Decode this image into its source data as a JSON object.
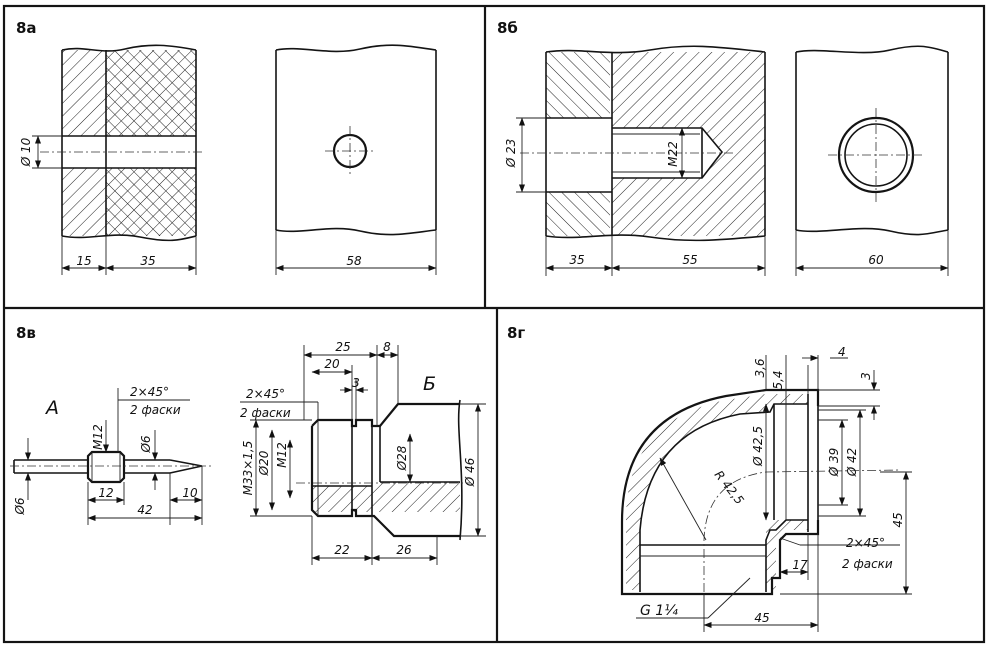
{
  "panels": {
    "a": {
      "label": "8а",
      "dims": {
        "d10": "Ø 10",
        "d15": "15",
        "d35": "35",
        "d58": "58"
      }
    },
    "b": {
      "label": "8б",
      "dims": {
        "d23": "Ø 23",
        "m22": "M22",
        "d35": "35",
        "d55": "55",
        "d60": "60"
      }
    },
    "c": {
      "label": "8в",
      "partA": "А",
      "partB": "Б",
      "dims": {
        "chamferA": "2×45°",
        "facetsA": "2 фаски",
        "m12a": "M12",
        "d6a": "Ø6",
        "d6b": "Ø6",
        "d12": "12",
        "d10": "10",
        "d42": "42",
        "d25": "25",
        "d8": "8",
        "d20": "20",
        "d3": "3",
        "chamferB": "2×45°",
        "facetsB": "2 фаски",
        "m33": "M33×1,5",
        "d20b": "Ø20",
        "m12b": "M12",
        "d28": "Ø28",
        "d46": "Ø 46",
        "d22": "22",
        "d26": "26"
      }
    },
    "d": {
      "label": "8г",
      "dims": {
        "d36": "3,6",
        "d54": "5,4",
        "d4": "4",
        "d3": "3",
        "d425": "Ø 42,5",
        "r425": "R 42,5",
        "d39": "Ø 39",
        "d42": "Ø 42",
        "d45v": "45",
        "chamfer": "2×45°",
        "facets": "2 фаски",
        "d17": "17",
        "g": "G 1¼",
        "d45h": "45"
      }
    }
  }
}
